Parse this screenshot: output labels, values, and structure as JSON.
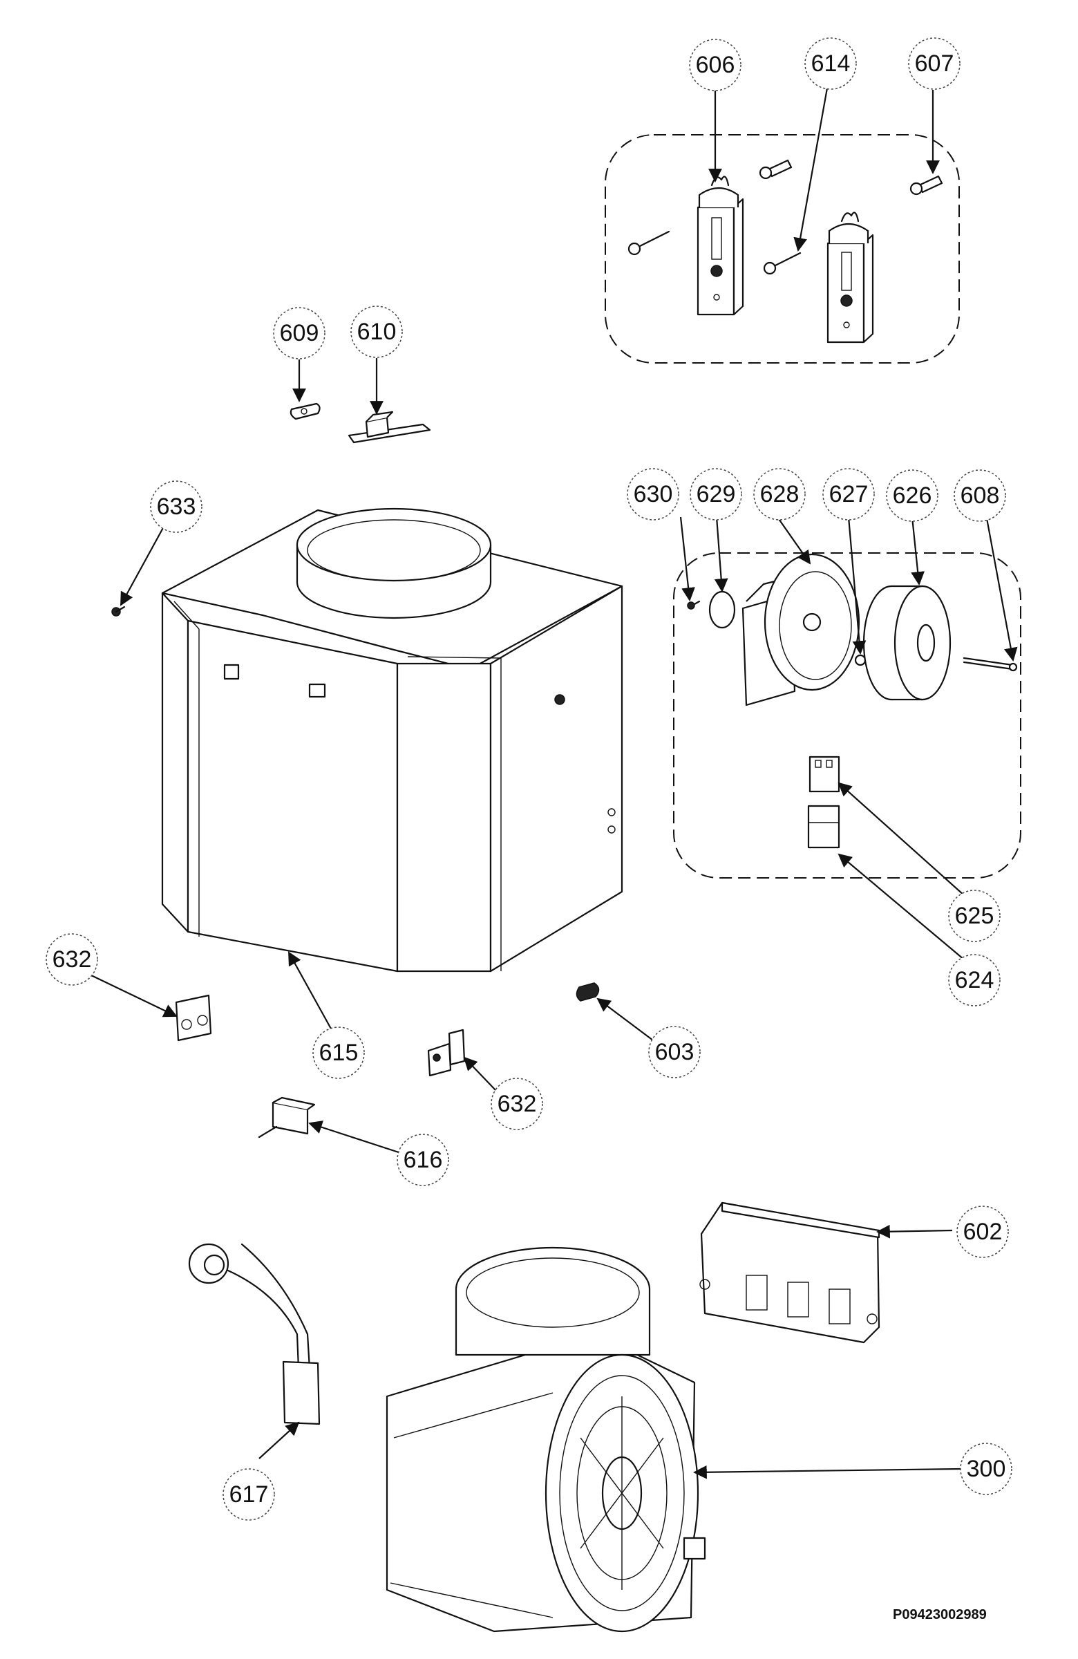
{
  "document_code": "P09423002989",
  "callouts": [
    {
      "id": "c606",
      "label": "606"
    },
    {
      "id": "c614",
      "label": "614"
    },
    {
      "id": "c607",
      "label": "607"
    },
    {
      "id": "c609",
      "label": "609"
    },
    {
      "id": "c610",
      "label": "610"
    },
    {
      "id": "c633",
      "label": "633"
    },
    {
      "id": "c630",
      "label": "630"
    },
    {
      "id": "c629",
      "label": "629"
    },
    {
      "id": "c628",
      "label": "628"
    },
    {
      "id": "c627",
      "label": "627"
    },
    {
      "id": "c626",
      "label": "626"
    },
    {
      "id": "c608",
      "label": "608"
    },
    {
      "id": "c625",
      "label": "625"
    },
    {
      "id": "c624",
      "label": "624"
    },
    {
      "id": "c632a",
      "label": "632"
    },
    {
      "id": "c615",
      "label": "615"
    },
    {
      "id": "c632b",
      "label": "632"
    },
    {
      "id": "c603",
      "label": "603"
    },
    {
      "id": "c616",
      "label": "616"
    },
    {
      "id": "c602",
      "label": "602"
    },
    {
      "id": "c617",
      "label": "617"
    },
    {
      "id": "c300",
      "label": "300"
    }
  ]
}
